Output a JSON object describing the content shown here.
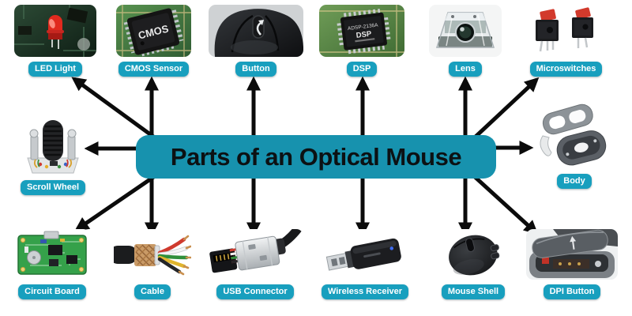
{
  "title": "Parts of an Optical Mouse",
  "colors": {
    "title_box": "#1792ae",
    "label_pill": "#189fbe",
    "label_text": "#ffffff",
    "title_text": "#0c1113",
    "arrow": "#0b0b0b",
    "background": "#ffffff"
  },
  "parts": {
    "top": [
      {
        "label": "LED Light"
      },
      {
        "label": "CMOS Sensor"
      },
      {
        "label": "Button"
      },
      {
        "label": "DSP"
      },
      {
        "label": "Lens"
      },
      {
        "label": "Microswitches"
      }
    ],
    "middle_left": {
      "label": "Scroll Wheel"
    },
    "middle_right": {
      "label": "Body"
    },
    "bottom": [
      {
        "label": "Circuit Board"
      },
      {
        "label": "Cable"
      },
      {
        "label": "USB Connector"
      },
      {
        "label": "Wireless Receiver"
      },
      {
        "label": "Mouse Shell"
      },
      {
        "label": "DPI Button"
      }
    ]
  },
  "image_texts": {
    "cmos_chip": "CMOS",
    "dsp_chip_line1": "ADSP-2136A",
    "dsp_chip_line2": "DSP"
  }
}
